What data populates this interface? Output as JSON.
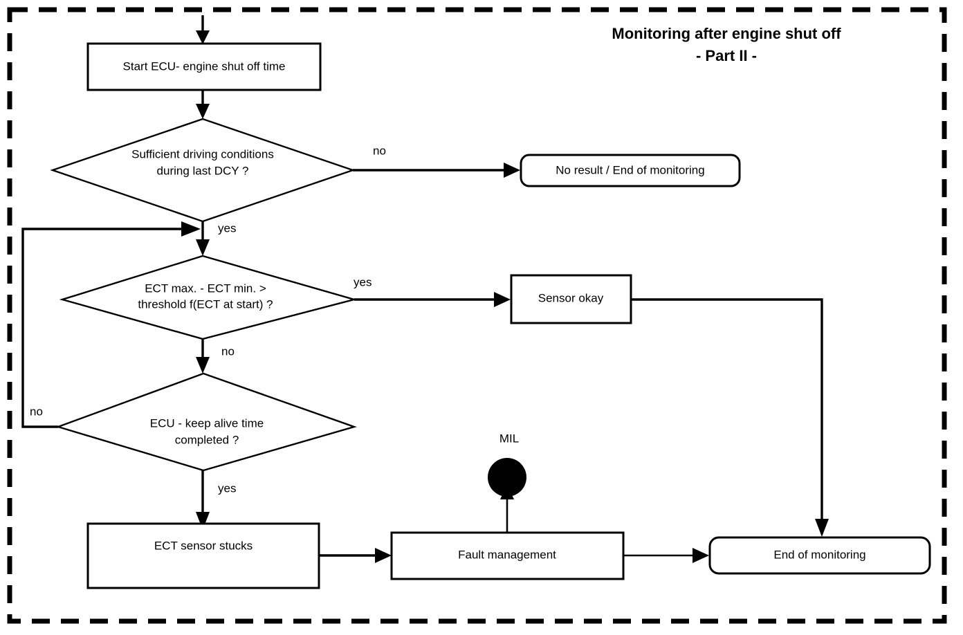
{
  "diagram": {
    "title_line1": "Monitoring after engine shut off",
    "title_line2": "- Part II -",
    "frame_style": "dashed",
    "line_color": "#000000",
    "background_color": "#ffffff"
  },
  "nodes": {
    "start_process": {
      "label": "Start ECU- engine shut off  time",
      "shape": "rectangle"
    },
    "decision_driving_conditions": {
      "label_line1": "Sufficient driving conditions",
      "label_line2": "during last DCY  ?",
      "shape": "diamond"
    },
    "no_result_terminator": {
      "label": "No result / End of monitoring",
      "shape": "rounded-rectangle"
    },
    "decision_ect_threshold": {
      "label_line1": "ECT max. - ECT min. >",
      "label_line2": "threshold f(ECT at start) ?",
      "shape": "diamond"
    },
    "sensor_okay": {
      "label": "Sensor okay",
      "shape": "rectangle"
    },
    "decision_keep_alive": {
      "label_line1": "ECU - keep alive time",
      "label_line2": "completed ?",
      "shape": "diamond"
    },
    "ect_sensor_stucks": {
      "label": "ECT sensor stucks",
      "shape": "rectangle"
    },
    "fault_management": {
      "label": "Fault management",
      "shape": "rectangle"
    },
    "mil_indicator": {
      "label": "MIL",
      "shape": "filled-circle"
    },
    "end_of_monitoring": {
      "label": "End of monitoring",
      "shape": "rounded-rectangle"
    }
  },
  "edge_labels": {
    "driving_conditions_no": "no",
    "driving_conditions_yes": "yes",
    "ect_threshold_yes": "yes",
    "ect_threshold_no": "no",
    "keep_alive_no": "no",
    "keep_alive_yes": "yes"
  }
}
